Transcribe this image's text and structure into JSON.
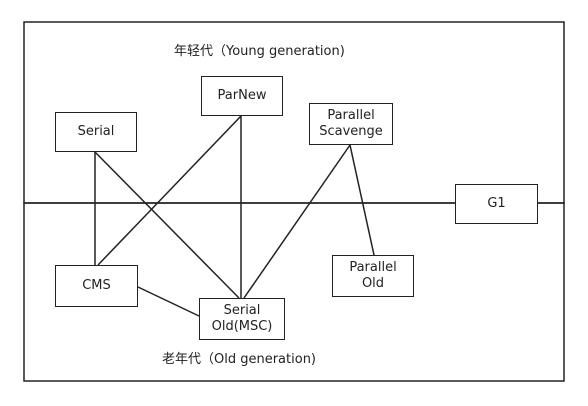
{
  "regions": {
    "young": {
      "label": "年轻代（Young generation)"
    },
    "old": {
      "label": "老年代（Old generation)"
    }
  },
  "nodes": {
    "serial": {
      "line1": "Serial"
    },
    "parnew": {
      "line1": "ParNew"
    },
    "parallel_scavenge": {
      "line1": "Parallel",
      "line2": "Scavenge"
    },
    "g1": {
      "line1": "G1"
    },
    "cms": {
      "line1": "CMS"
    },
    "serial_old": {
      "line1": "Serial",
      "line2": "Old(MSC)"
    },
    "parallel_old": {
      "line1": "Parallel",
      "line2": "Old"
    }
  },
  "edges": [
    {
      "from": "serial",
      "to": "cms"
    },
    {
      "from": "serial",
      "to": "serial_old"
    },
    {
      "from": "parnew",
      "to": "cms"
    },
    {
      "from": "parnew",
      "to": "serial_old"
    },
    {
      "from": "parallel_scavenge",
      "to": "serial_old"
    },
    {
      "from": "parallel_scavenge",
      "to": "parallel_old"
    },
    {
      "from": "cms",
      "to": "serial_old"
    }
  ]
}
